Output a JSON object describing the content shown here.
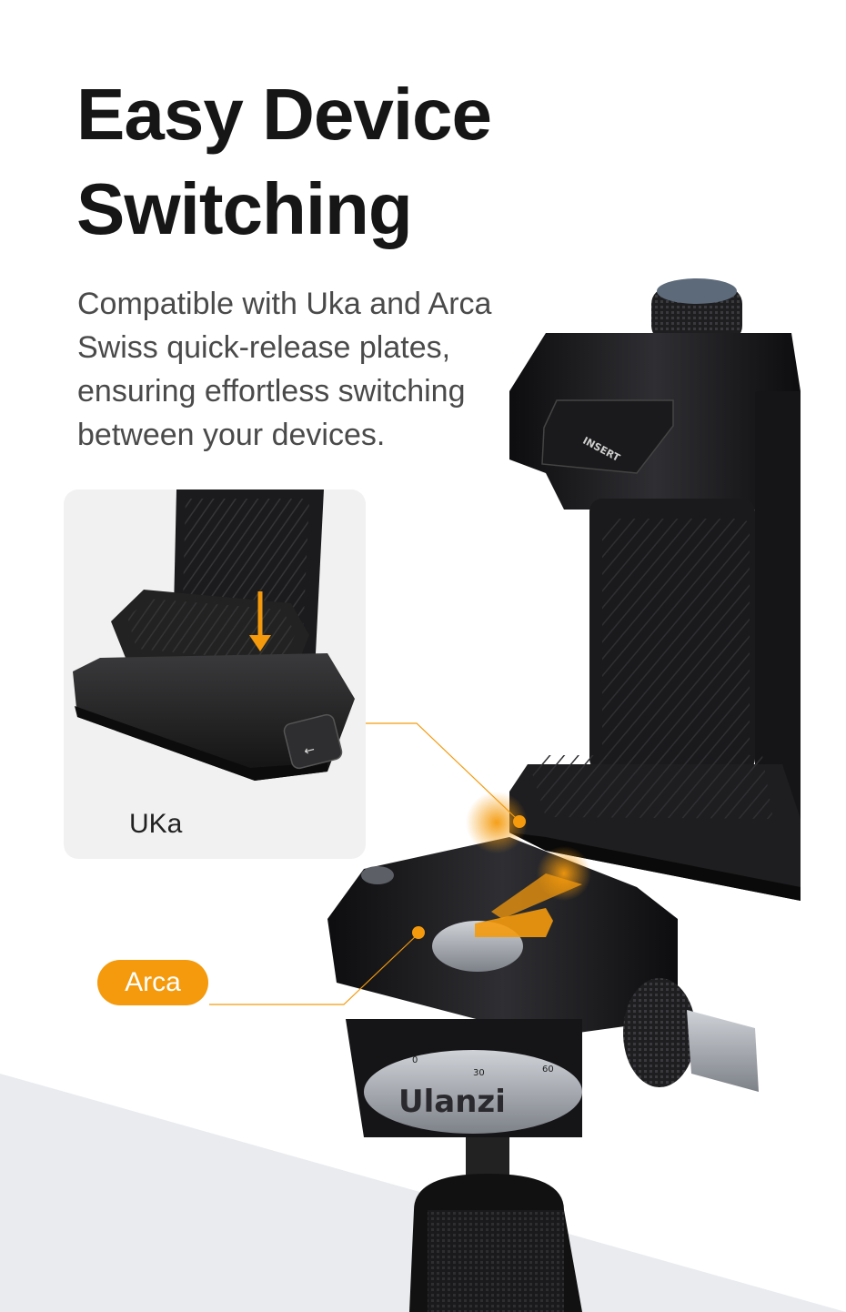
{
  "headline": {
    "line1": "Easy Device",
    "line2": "Switching"
  },
  "description": {
    "line1": "Compatible with Uka and Arca",
    "line2": "Swiss quick-release plates,",
    "line3": "ensuring effortless switching",
    "line4": "between your devices."
  },
  "callouts": {
    "uka": "UKa",
    "arca": "Arca"
  },
  "product": {
    "brand": "Ulanzi",
    "clamp_marking": "INSERT",
    "scale_labels": [
      "0",
      "30",
      "60"
    ]
  },
  "colors": {
    "accent": "#f49a0c",
    "text_dark": "#161616",
    "text_body": "#4a4a4a",
    "card": "#f1f1f1"
  }
}
